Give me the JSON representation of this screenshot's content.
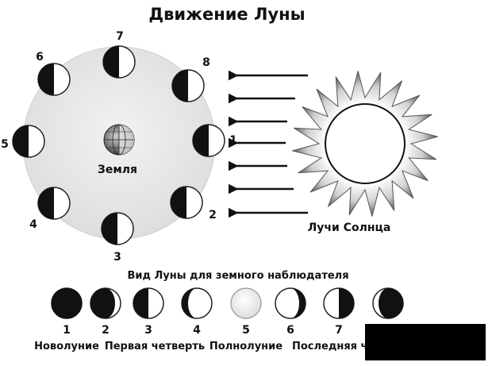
{
  "title": "Движение Луны",
  "earth_label": "Земля",
  "sun_label": "Лучи Солнца",
  "view_title": "Вид Луны для земного наблюдателя",
  "orbit_numbers": [
    "1",
    "2",
    "3",
    "4",
    "5",
    "6",
    "7",
    "8"
  ],
  "phase_numbers": [
    "1",
    "2",
    "3",
    "4",
    "5",
    "6",
    "7"
  ],
  "phase_names": [
    "Новолуние",
    "Первая четверть",
    "Полнолуние",
    "Последняя че"
  ],
  "colors": {
    "ink": "#111111",
    "orbit": "#e2e2e2",
    "sun_outer": "#6e6e6e"
  }
}
